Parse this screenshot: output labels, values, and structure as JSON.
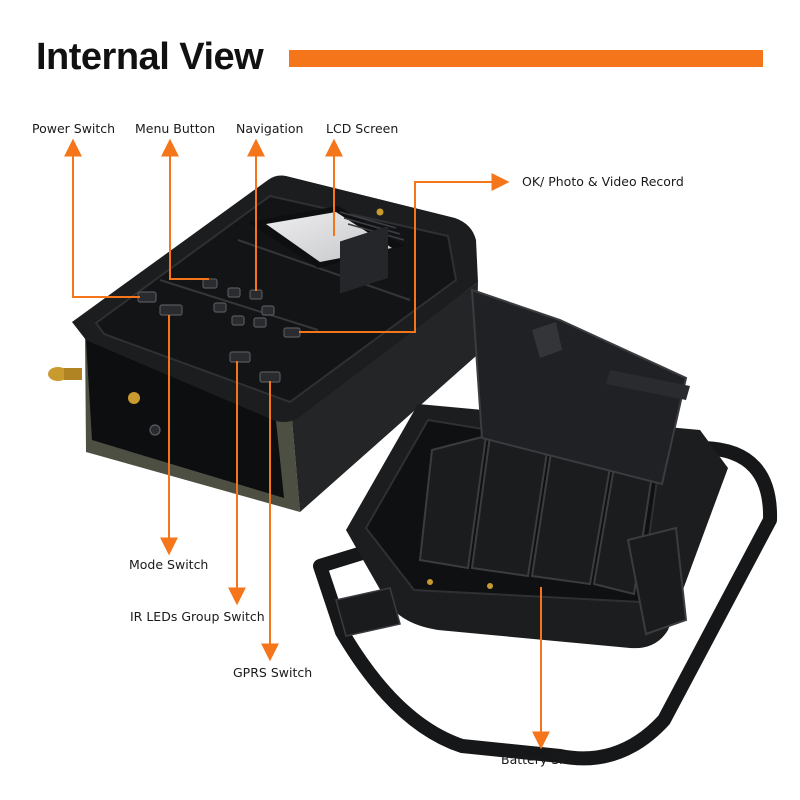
{
  "title": "Internal View",
  "colors": {
    "accent": "#f5761a",
    "camera_body": "#1c1d1f",
    "screen": "#d9dadc",
    "camo": "#4d4f43",
    "brass": "#c99a2e"
  },
  "labels": {
    "power_switch": "Power Switch",
    "menu_button": "Menu Button",
    "navigation": "Navigation",
    "lcd_screen": "LCD Screen",
    "ok_button": "OK/ Photo & Video Record",
    "mode_switch": "Mode Switch",
    "ir_switch": "IR LEDs Group Switch",
    "gprs_switch": "GPRS Switch",
    "battery_slot": "Battery Slot"
  }
}
